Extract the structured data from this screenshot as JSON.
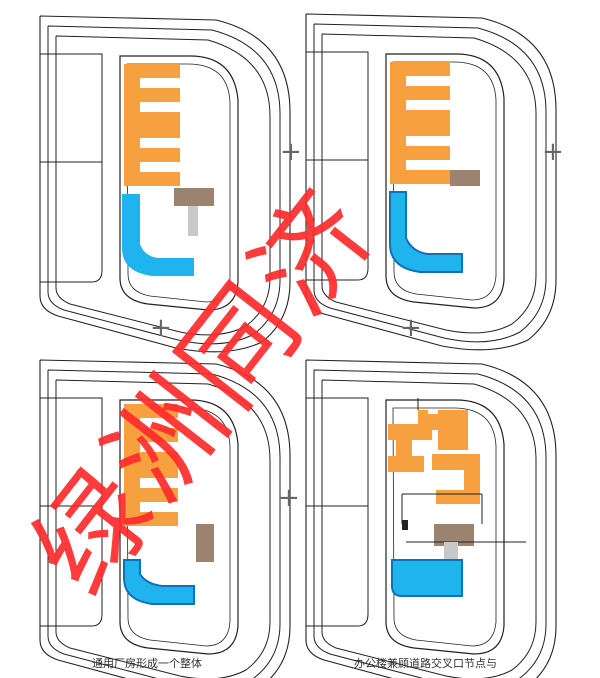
{
  "diagram": {
    "plus_sign": "+",
    "captions": {
      "left": "通用厂房形成一个整体",
      "right": "办公楼兼顾道路交叉口节点与"
    },
    "watermark": {
      "text": "绿洲同济",
      "color": "#ff2a2a"
    },
    "colors": {
      "factory": "#f7a040",
      "office": "#1fb4ee",
      "office_outline": "#1070b8",
      "annex": "#9b836f",
      "connector": "#c8c8c8",
      "site_line": "#222222",
      "background": "#ffffff"
    }
  }
}
